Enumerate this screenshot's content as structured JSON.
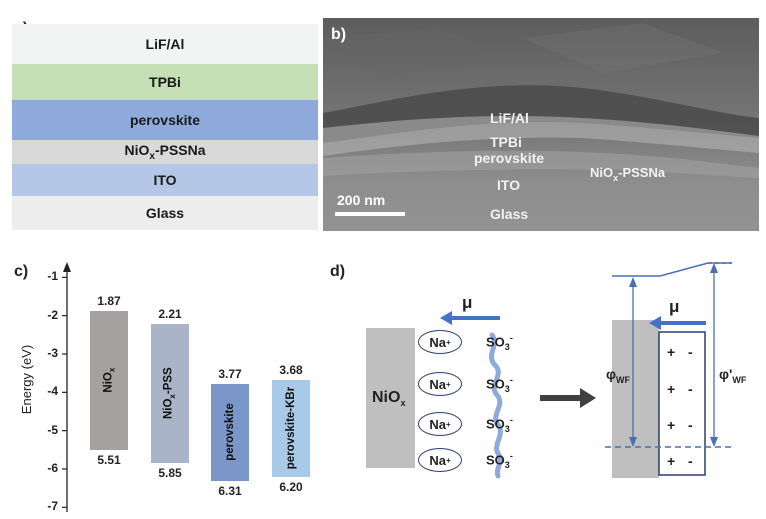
{
  "panel_a": {
    "label": "a)",
    "layers": [
      {
        "name": "LiF/Al",
        "color": "#f2f4f3"
      },
      {
        "name": "TPBi",
        "color": "#c5e0b4"
      },
      {
        "name": "perovskite",
        "color": "#8eaadb"
      },
      {
        "name_main": "NiO",
        "name_sub": "x",
        "name_rest": "-PSSNa",
        "color": "#d9d9d9"
      },
      {
        "name": "ITO",
        "color": "#b4c7e7"
      },
      {
        "name": "Glass",
        "color": "#ededed"
      }
    ]
  },
  "panel_b": {
    "label": "b)",
    "scale_bar": "200 nm",
    "labels": {
      "lif": "LiF/Al",
      "tpbi": "TPBi",
      "perovskite": "perovskite",
      "nio_main": "NiO",
      "nio_sub": "x",
      "nio_rest": "-PSSNa",
      "ito": "ITO",
      "glass": "Glass"
    }
  },
  "panel_c": {
    "label": "c)",
    "chart_data": {
      "type": "bar",
      "ylabel": "Energy (eV)",
      "ylim": [
        -7.2,
        -0.6
      ],
      "y_ticks": [
        "-1",
        "-2",
        "-3",
        "-4",
        "-5",
        "-6",
        "-7"
      ],
      "series": [
        {
          "name_main": "NiO",
          "name_sub": "x",
          "name_rest": "",
          "top": -1.87,
          "bottom": -5.51,
          "top_label": "1.87",
          "bottom_label": "5.51",
          "color": "#a6a1a1"
        },
        {
          "name_main": "NiO",
          "name_sub": "x",
          "name_rest": "-PSS",
          "top": -2.21,
          "bottom": -5.85,
          "top_label": "2.21",
          "bottom_label": "5.85",
          "color": "#aab4c8"
        },
        {
          "name_main": "perovskite",
          "name_sub": "",
          "name_rest": "",
          "top": -3.77,
          "bottom": -6.31,
          "top_label": "3.77",
          "bottom_label": "6.31",
          "color": "#7b96c8"
        },
        {
          "name_main": "perovskite-KBr",
          "name_sub": "",
          "name_rest": "",
          "top": -3.68,
          "bottom": -6.2,
          "top_label": "3.68",
          "bottom_label": "6.20",
          "color": "#a9c9e8"
        }
      ]
    }
  },
  "panel_d": {
    "label": "d)",
    "mu": "μ",
    "nio_main": "NiO",
    "nio_sub": "x",
    "na_main": "Na",
    "na_sup": "+",
    "so3_main": "SO",
    "so3_sub": "3",
    "so3_sup": "-",
    "phi_wf_main": "φ",
    "phi_wf_sub": "WF",
    "phi_wf2_main": "φ'",
    "phi_wf2_sub": "WF",
    "plus": "+",
    "minus": "-",
    "colors": {
      "arrow": "#4472c4",
      "line": "#4a6fb5",
      "gray": "#bfbfbf"
    }
  }
}
